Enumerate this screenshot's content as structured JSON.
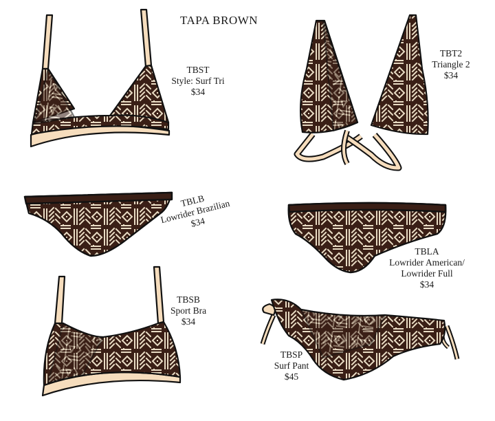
{
  "title": "TAPA BROWN",
  "colors": {
    "fabric": "#3a1f16",
    "pattern": "#e9dcc4",
    "trim": "#f6ddbd",
    "outline": "#111111"
  },
  "items": [
    {
      "code": "TBST",
      "name": "Style: Surf Tri",
      "price": "$34"
    },
    {
      "code": "TBT2",
      "name": "Triangle 2",
      "price": "$34"
    },
    {
      "code": "TBLB",
      "name": "Lowrider Brazilian",
      "price": "$34"
    },
    {
      "code": "TBLA",
      "name": "Lowrider American/",
      "name2": "Lowrider Full",
      "price": "$34"
    },
    {
      "code": "TBSB",
      "name": "Sport Bra",
      "price": "$34"
    },
    {
      "code": "TBSP",
      "name": "Surf Pant",
      "price": "$45"
    }
  ]
}
